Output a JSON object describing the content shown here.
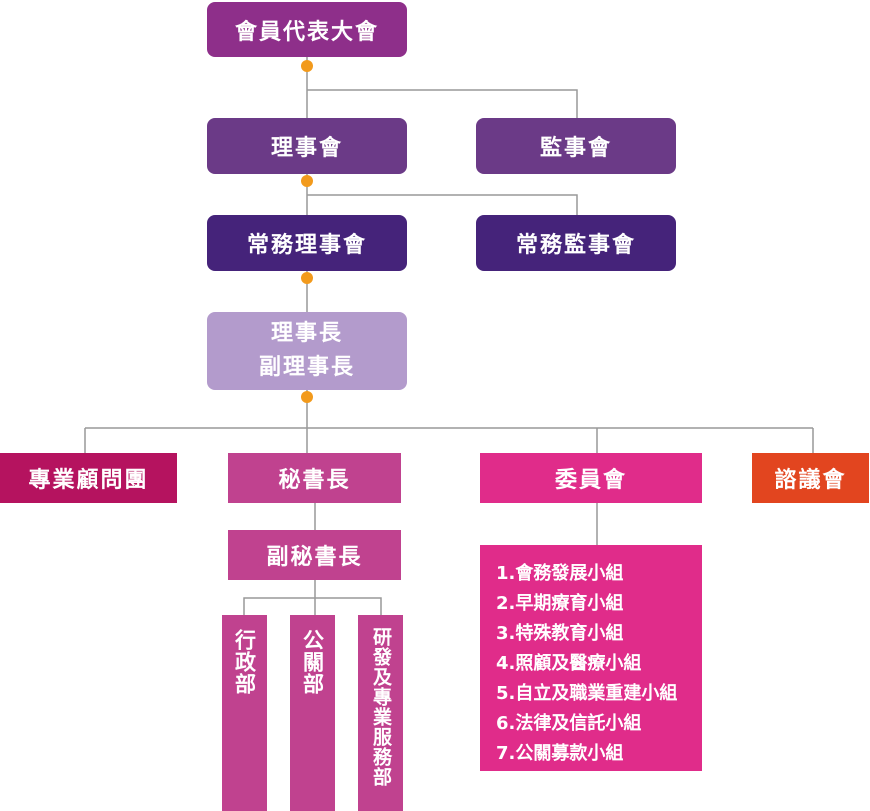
{
  "nodes": {
    "general_assembly": "會員代表大會",
    "board_of_directors": "理事會",
    "board_of_supervisors": "監事會",
    "standing_directors": "常務理事會",
    "standing_supervisors": "常務監事會",
    "chairman": "理事長",
    "vice_chairman": "副理事長",
    "advisory_group": "專業顧問團",
    "secretary_general": "秘書長",
    "committee": "委員會",
    "consultation": "諮議會",
    "deputy_secretary": "副秘書長",
    "admin_dept": "行政部",
    "pr_dept": "公關部",
    "rnd_dept": "研發及專業服務部"
  },
  "committee_groups": [
    "1.會務發展小組",
    "2.早期療育小組",
    "3.特殊教育小組",
    "4.照顧及醫療小組",
    "5.自立及職業重建小組",
    "6.法律及信託小組",
    "7.公關募款小組"
  ],
  "colors": {
    "top": "#8e2f8a",
    "board": "#6b3a87",
    "standing": "#45237a",
    "chair": "#b39bcc",
    "advisory": "#b5135f",
    "secretary": "#c0428f",
    "committee": "#e02c8a",
    "consult": "#e2451f",
    "connector": "#999999",
    "dot": "#f29a1c"
  }
}
